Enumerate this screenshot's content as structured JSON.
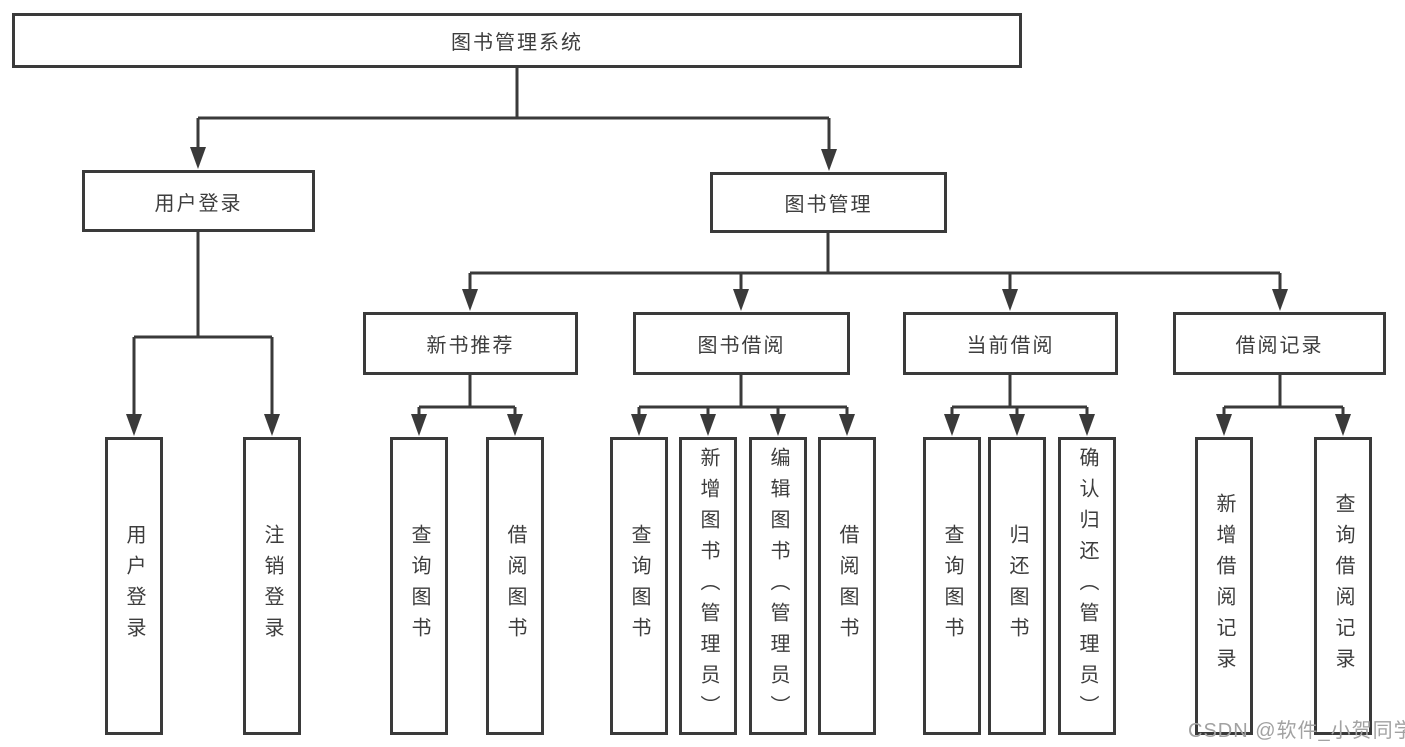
{
  "title": "图书管理系统",
  "colors": {
    "line": "#3a3a3a",
    "box_border": "#3a3a3a",
    "text": "#3d3d3d",
    "watermark": "#a2a2a2",
    "background": "#ffffff"
  },
  "tree": {
    "root": {
      "label": "图书管理系统"
    },
    "branches": [
      {
        "label": "用户登录",
        "children": [
          {
            "label": "用户登录"
          },
          {
            "label": "注销登录"
          }
        ]
      },
      {
        "label": "图书管理",
        "children": [
          {
            "label": "新书推荐",
            "children": [
              {
                "label": "查询图书"
              },
              {
                "label": "借阅图书"
              }
            ]
          },
          {
            "label": "图书借阅",
            "children": [
              {
                "label": "查询图书"
              },
              {
                "label": "新增图书（管理员）"
              },
              {
                "label": "编辑图书（管理员）"
              },
              {
                "label": "借阅图书"
              }
            ]
          },
          {
            "label": "当前借阅",
            "children": [
              {
                "label": "查询图书"
              },
              {
                "label": "归还图书"
              },
              {
                "label": "确认归还（管理员）"
              }
            ]
          },
          {
            "label": "借阅记录",
            "children": [
              {
                "label": "新增借阅记录"
              },
              {
                "label": "查询借阅记录"
              }
            ]
          }
        ]
      }
    ]
  },
  "watermark": {
    "text": "CSDN @软件_小贺同学"
  }
}
